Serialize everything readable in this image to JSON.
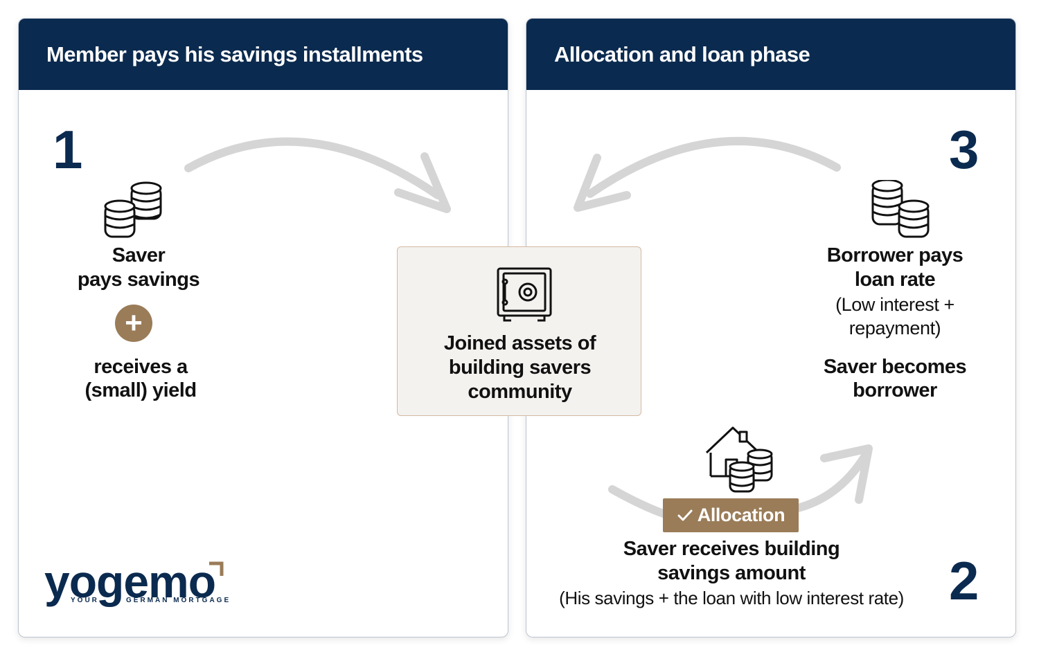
{
  "colors": {
    "navy": "#0b2a4f",
    "bronze": "#9a7c58",
    "arrow_gray": "#d5d5d5",
    "box_bg": "#f4f2ef"
  },
  "left_panel": {
    "title": "Member pays his savings installments",
    "step1": {
      "number": "1",
      "line1": "Saver",
      "line2": "pays savings",
      "plus_symbol": "+",
      "line3": "receives a",
      "line4": "(small) yield"
    }
  },
  "center": {
    "line1": "Joined assets of",
    "line2": "building savers",
    "line3": "community"
  },
  "right_panel": {
    "title": "Allocation and loan phase",
    "step3": {
      "number": "3",
      "line1": "Borrower pays",
      "line2": "loan rate",
      "line3": "(Low interest +",
      "line4": "repayment)",
      "line5": "Saver becomes",
      "line6": "borrower"
    },
    "step2": {
      "number": "2",
      "badge": "Allocation",
      "line1": "Saver receives building",
      "line2": "savings amount",
      "line3": "(His savings + the loan with low interest rate)"
    }
  },
  "logo": {
    "wordmark": "yogemo",
    "tag_left": "YOUR",
    "tag_right": "GERMAN MORTGAGE"
  },
  "icons": [
    "coins-stack-icon",
    "plus-icon",
    "safe-icon",
    "coins-stack-icon",
    "house-coins-icon",
    "checkmark-icon",
    "arrow-icon"
  ]
}
